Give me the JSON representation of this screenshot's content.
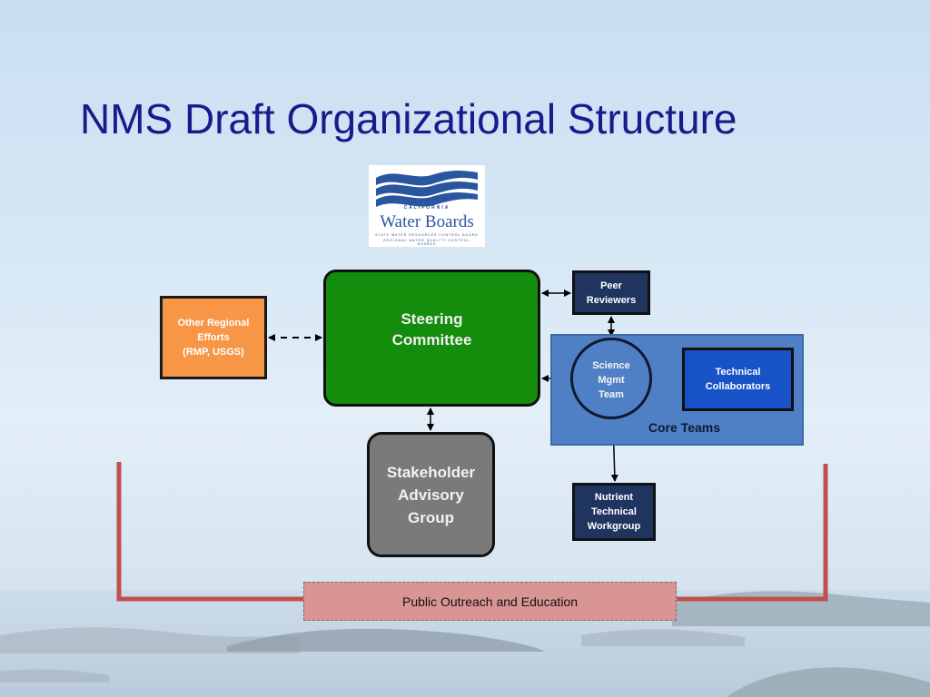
{
  "slide": {
    "title": "NMS Draft Organizational Structure"
  },
  "logo": {
    "top_line": "CALIFORNIA",
    "wordmark": "Water Boards",
    "sub_line_1": "STATE WATER RESOURCES CONTROL BOARD",
    "sub_line_2": "REGIONAL WATER QUALITY CONTROL BOARDS"
  },
  "nodes": {
    "steering": [
      "Steering",
      "Committee"
    ],
    "stakeholder": [
      "Stakeholder",
      "Advisory",
      "Group"
    ],
    "other_regional": [
      "Other Regional",
      "Efforts",
      "(RMP, USGS)"
    ],
    "peer_reviewers": [
      "Peer",
      "Reviewers"
    ],
    "science_mgmt": [
      "Science",
      "Mgmt",
      "Team"
    ],
    "technical_collaborators": [
      "Technical",
      "Collaborators"
    ],
    "nutrient_workgroup": [
      "Nutrient",
      "Technical",
      "Workgroup"
    ],
    "core_teams": "Core Teams",
    "public_outreach": "Public Outreach and Education"
  },
  "colors": {
    "title": "#1a1a8c",
    "steering": "#148c0c",
    "stakeholder": "#7a7a7a",
    "other_regional": "#f79646",
    "dark_navy": "#1f3560",
    "core_teams": "#4f80c6",
    "technical_collaborators": "#1852c7",
    "public_outreach": "#d99594",
    "bracket": "#c0504d"
  }
}
